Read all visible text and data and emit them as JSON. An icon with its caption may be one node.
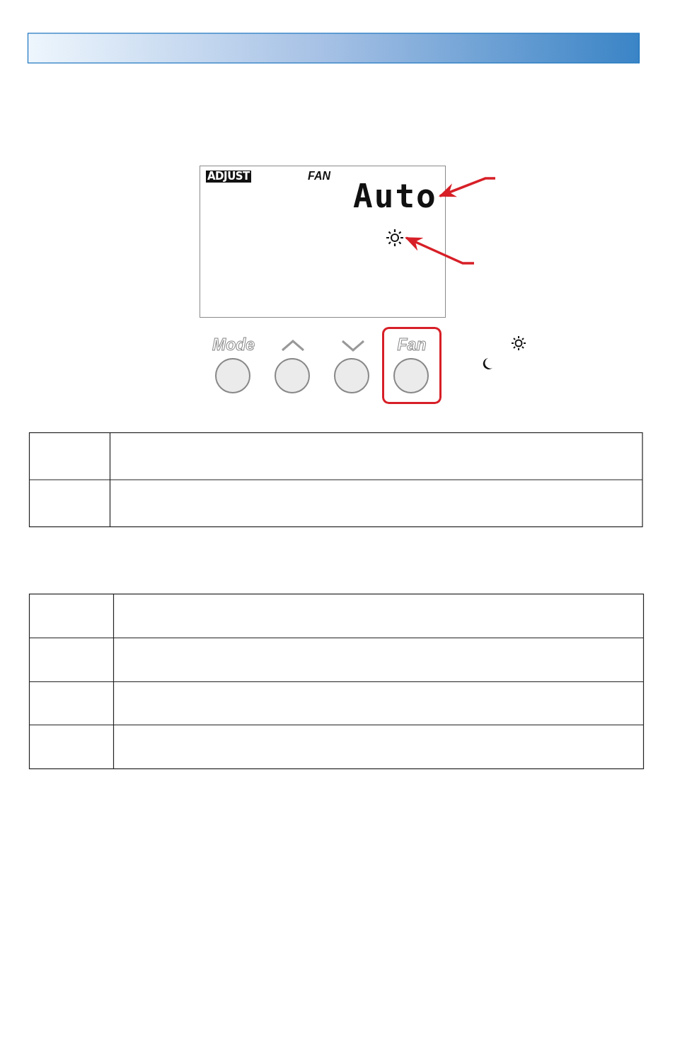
{
  "diagram": {
    "nodes": [
      {
        "text": [
          "ADJUST",
          "FAN"
        ]
      },
      {
        "text": [
          "Auto"
        ],
        "in": 0
      },
      {
        "text": [],
        "shape": "sun",
        "in": 0
      }
    ],
    "edges": [
      {
        "from": null,
        "to": 1,
        "arrow": "to"
      },
      {
        "from": null,
        "to": 2,
        "arrow": "to"
      }
    ],
    "labels": [
      "Mode",
      "Fan"
    ]
  }
}
